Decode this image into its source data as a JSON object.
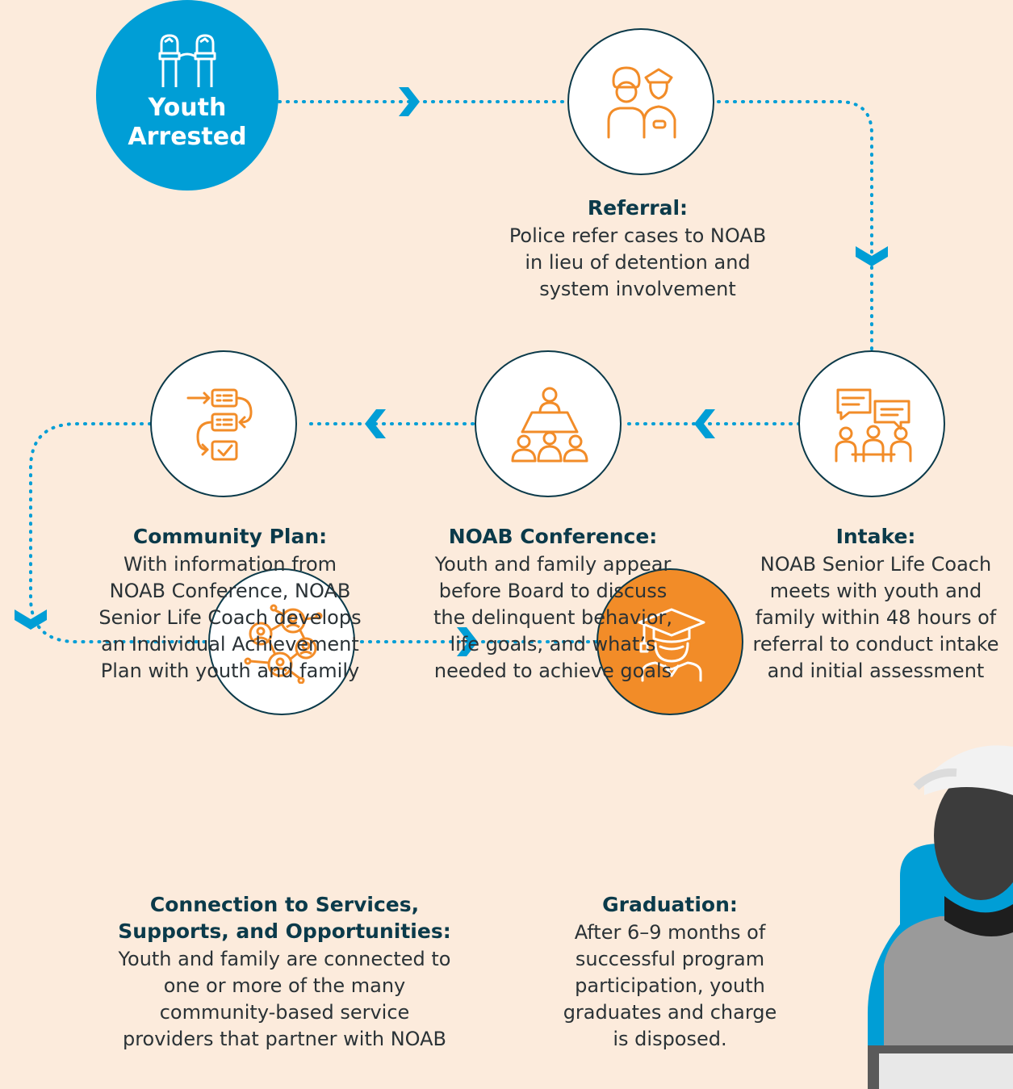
{
  "colors": {
    "accent_blue": "#009ed6",
    "accent_orange": "#f28c28",
    "heading": "#0b3a4a",
    "text": "#2a3236",
    "background": "#fcebdc"
  },
  "start": {
    "label_line1": "Youth",
    "label_line2": "Arrested",
    "icon": "handcuffed-fists-icon"
  },
  "steps": [
    {
      "key": "referral",
      "icon": "police-officer-icon",
      "title": "Referral:",
      "lines": [
        "Police refer cases to NOAB",
        "in lieu of detention and",
        "system involvement"
      ]
    },
    {
      "key": "intake",
      "icon": "meeting-chat-icon",
      "title": "Intake:",
      "lines": [
        "NOAB Senior Life Coach",
        "meets with youth and",
        "family within 48 hours of",
        "referral to conduct intake",
        "and initial assessment"
      ]
    },
    {
      "key": "conference",
      "icon": "board-hierarchy-icon",
      "title": "NOAB Conference:",
      "lines": [
        "Youth and family appear",
        "before Board to discuss",
        "the delinquent behavior,",
        "life goals, and what’s",
        "needed to achieve goals"
      ]
    },
    {
      "key": "community-plan",
      "icon": "checklist-flow-icon",
      "title": "Community Plan:",
      "lines": [
        "With information from",
        "NOAB Conference, NOAB",
        "Senior Life Coach develops",
        "an Individual Achievement",
        "Plan with youth and family"
      ]
    },
    {
      "key": "connection",
      "icon": "network-people-icon",
      "title_lines": [
        "Connection to Services,",
        "Supports, and Opportunities:"
      ],
      "lines": [
        "Youth and family are connected to",
        "one or more of the many",
        "community-based service",
        "providers that partner with NOAB"
      ]
    },
    {
      "key": "graduation",
      "icon": "graduate-icon",
      "title": "Graduation:",
      "lines": [
        "After 6–9 months of",
        "successful program",
        "participation, youth",
        "graduates and charge",
        "is disposed."
      ]
    }
  ]
}
